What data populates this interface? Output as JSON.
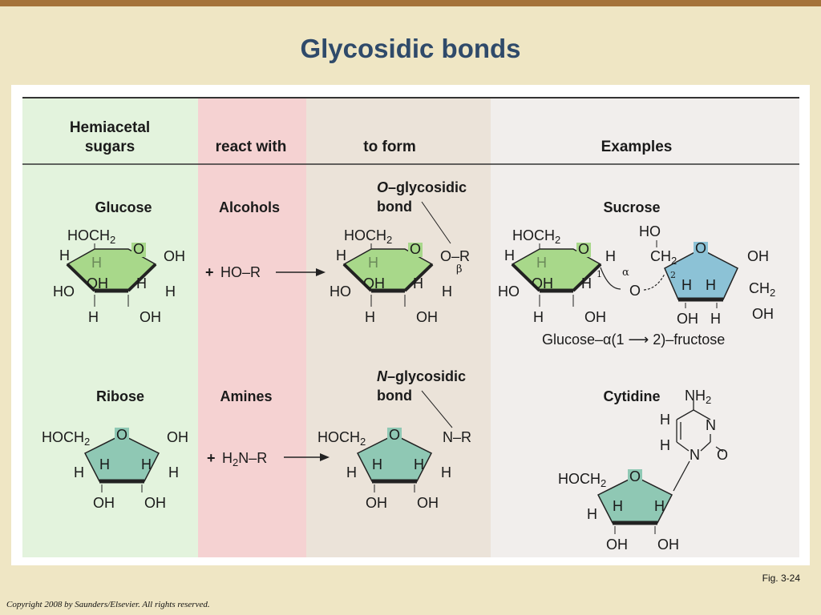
{
  "slide": {
    "title": "Glycosidic bonds",
    "fig_label": "Fig. 3-24",
    "copyright": "Copyright 2008 by Saunders/Elsevier. All rights reserved."
  },
  "headers": {
    "col1_line1": "Hemiacetal",
    "col1_line2": "sugars",
    "col2": "react with",
    "col3": "to form",
    "col4": "Examples"
  },
  "row1": {
    "sugar": "Glucose",
    "reactant": "Alcohols",
    "bond_prefix": "O",
    "bond_line1": "–glycosidic",
    "bond_line2": "bond",
    "example": "Sucrose",
    "example_caption": "Glucose–α(1 ⟶ 2)–fructose",
    "reagent": "HO–R"
  },
  "row2": {
    "sugar": "Ribose",
    "reactant": "Amines",
    "bond_prefix": "N",
    "bond_line1": "–glycosidic",
    "bond_line2": "bond",
    "example": "Cytidine",
    "reagent_a": "H",
    "reagent_sub": "2",
    "reagent_b": "N–R"
  },
  "colors": {
    "background": "#efe6c4",
    "title": "#2f4a6a",
    "col_green": "#e3f3dd",
    "col_pink": "#f5d2d2",
    "col_tan": "#ebe3d9",
    "col_gray": "#f1eeec",
    "ring_green": "#a8d88a",
    "ring_teal": "#8fc8b4",
    "ring_blue": "#8cc2d6"
  }
}
